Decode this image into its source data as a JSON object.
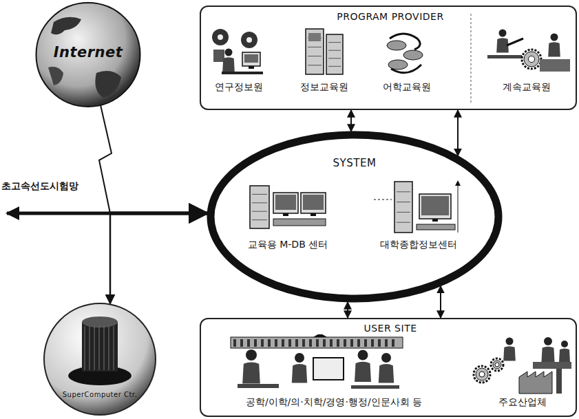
{
  "diagram": {
    "nodes": [
      {
        "text": [
          "Internet"
        ]
      },
      {
        "text": [
          "PROGRAM PROVIDER"
        ]
      },
      {
        "text": [
          "연구정보원"
        ],
        "in": 1
      },
      {
        "text": [
          "정보교육원"
        ],
        "in": 1
      },
      {
        "text": [
          "어학교육원"
        ],
        "in": 1
      },
      {
        "text": [
          "계속교육원"
        ],
        "in": 1
      },
      {
        "text": [
          "SYSTEM"
        ]
      },
      {
        "text": [
          "교육용 M-DB 센터"
        ],
        "in": 6
      },
      {
        "text": [
          "대학종합정보센터"
        ],
        "in": 6
      },
      {
        "text": [
          "SuperComputer Ctr."
        ]
      },
      {
        "text": [
          "USER SITE"
        ]
      },
      {
        "text": [
          "공학/이학/의·치학/경영·행정/인문사회 등"
        ],
        "in": 10
      },
      {
        "text": [
          "주요산업체"
        ],
        "in": 10
      }
    ],
    "edges": [
      {
        "from": 1,
        "to": 6,
        "arrow": "both"
      },
      {
        "from": 1,
        "to": 6,
        "arrow": "both"
      },
      {
        "from": 6,
        "to": 10,
        "arrow": "both"
      },
      {
        "from": 6,
        "to": 10,
        "arrow": "both"
      },
      {
        "from": 0,
        "to": 6,
        "arrow": "to"
      },
      {
        "from": 9,
        "to": 6,
        "arrow": "both"
      }
    ],
    "labels": [
      "초고속선도시험망"
    ]
  }
}
